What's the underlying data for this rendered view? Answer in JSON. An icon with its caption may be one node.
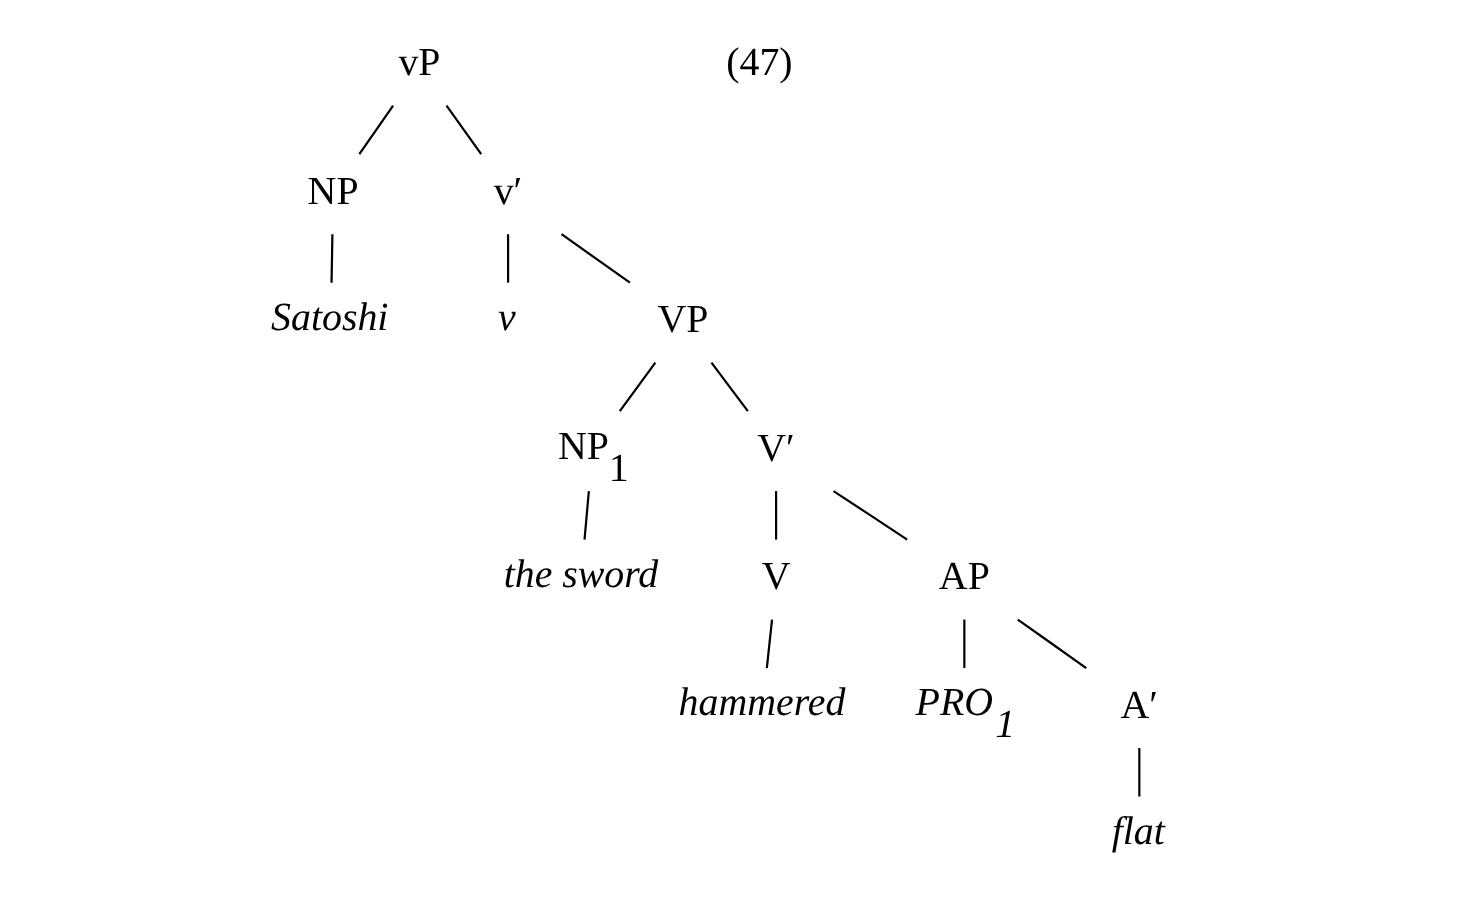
{
  "diagram": {
    "nodes": [
      {
        "text": [
          "vP"
        ]
      },
      {
        "text": [
          "NP"
        ]
      },
      {
        "text": [
          "v′"
        ]
      },
      {
        "text": [
          "Satoshi"
        ]
      },
      {
        "text": [
          "v"
        ]
      },
      {
        "text": [
          "VP"
        ]
      },
      {
        "text": [
          "NP$_{1}$"
        ]
      },
      {
        "text": [
          "V′"
        ]
      },
      {
        "text": [
          "the sword"
        ]
      },
      {
        "text": [
          "V"
        ]
      },
      {
        "text": [
          "AP"
        ]
      },
      {
        "text": [
          "hammered"
        ]
      },
      {
        "text": [
          "PRO$_{1}$"
        ]
      },
      {
        "text": [
          "A′"
        ]
      },
      {
        "text": [
          "flat"
        ]
      }
    ],
    "edges": [
      {
        "from": 0,
        "to": 1,
        "arrow": "none"
      },
      {
        "from": 0,
        "to": 2,
        "arrow": "none"
      },
      {
        "from": 1,
        "to": 3,
        "arrow": "none"
      },
      {
        "from": 2,
        "to": 4,
        "arrow": "none"
      },
      {
        "from": 2,
        "to": 5,
        "arrow": "none"
      },
      {
        "from": 5,
        "to": 6,
        "arrow": "none"
      },
      {
        "from": 5,
        "to": 7,
        "arrow": "none"
      },
      {
        "from": 6,
        "to": 8,
        "arrow": "none"
      },
      {
        "from": 7,
        "to": 9,
        "arrow": "none"
      },
      {
        "from": 7,
        "to": 10,
        "arrow": "none"
      },
      {
        "from": 9,
        "to": 11,
        "arrow": "none"
      },
      {
        "from": 10,
        "to": 12,
        "arrow": "none"
      },
      {
        "from": 10,
        "to": 13,
        "arrow": "none"
      },
      {
        "from": 13,
        "to": 14,
        "arrow": "none"
      }
    ],
    "labels": [
      "(47)"
    ]
  }
}
